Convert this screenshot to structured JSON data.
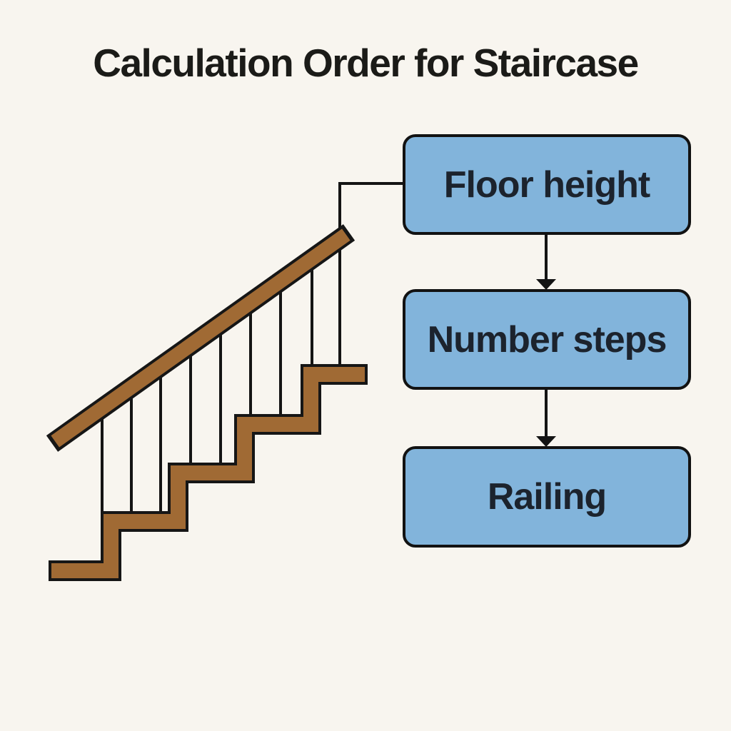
{
  "title": "Calculation Order for Staircase",
  "flowchart": {
    "nodes": [
      {
        "id": "floor-height",
        "label": "Floor height"
      },
      {
        "id": "number-steps",
        "label": "Number steps"
      },
      {
        "id": "railing",
        "label": "Railing"
      }
    ],
    "edges": [
      {
        "from": "staircase-illustration",
        "to": "floor-height",
        "style": "elbow-line"
      },
      {
        "from": "floor-height",
        "to": "number-steps",
        "style": "arrow-down"
      },
      {
        "from": "number-steps",
        "to": "railing",
        "style": "arrow-down"
      }
    ]
  },
  "illustration": {
    "name": "staircase-with-handrail",
    "steps_count": 5,
    "balusters_count": 9,
    "parts": [
      "stair steps",
      "handrail",
      "balusters"
    ]
  },
  "colors": {
    "background": "#f8f5ef",
    "box_fill": "#82b4db",
    "box_border": "#121212",
    "box_text": "#1c232d",
    "title_text": "#1b1b18",
    "stair_wood": "#a06a34",
    "outline_black": "#141414"
  }
}
